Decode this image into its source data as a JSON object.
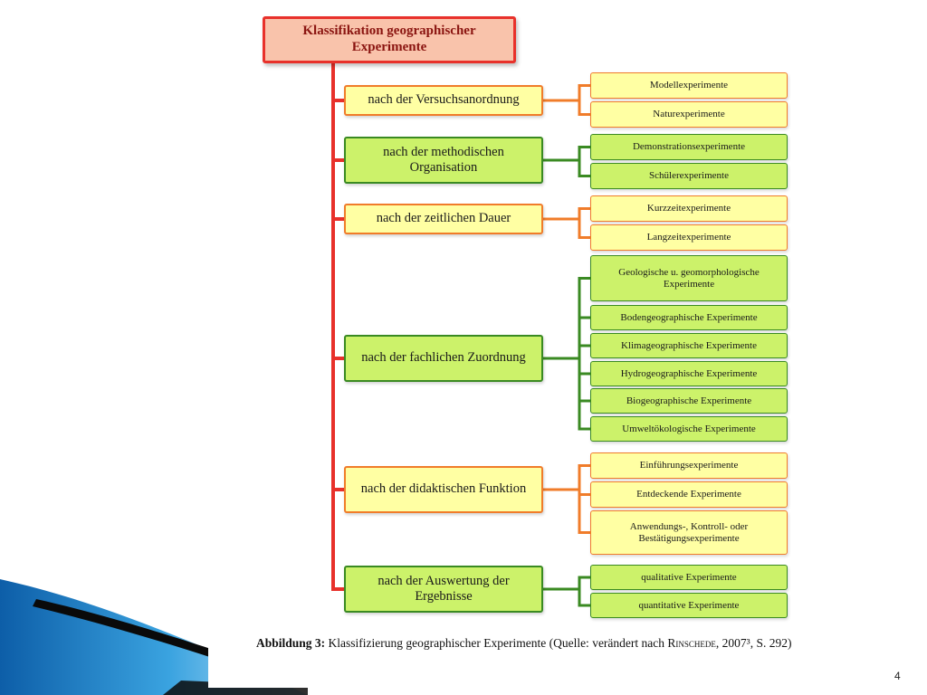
{
  "diagram": {
    "root": "Klassifikation geographischer Experimente",
    "categories": [
      {
        "label": "nach der Versuchsanordnung",
        "color": "orange",
        "leaves": [
          "Modellexperimente",
          "Naturexperimente"
        ]
      },
      {
        "label": "nach der methodischen Organisation",
        "color": "green",
        "leaves": [
          "Demonstrationsexperimente",
          "Schülerexperimente"
        ]
      },
      {
        "label": "nach der zeitlichen Dauer",
        "color": "orange",
        "leaves": [
          "Kurzzeitexperimente",
          "Langzeitexperimente"
        ]
      },
      {
        "label": "nach der fachlichen Zuordnung",
        "color": "green",
        "leaves": [
          "Geologische u. geomorphologische Experimente",
          "Bodengeographische Experimente",
          "Klimageographische Experimente",
          "Hydrogeographische Experimente",
          "Biogeographische Experimente",
          "Umweltökologische Experimente"
        ]
      },
      {
        "label": "nach der didaktischen Funktion",
        "color": "orange",
        "leaves": [
          "Einführungsexperimente",
          "Entdeckende Experimente",
          "Anwendungs-, Kontroll- oder Bestätigungsexperimente"
        ]
      },
      {
        "label": "nach der Auswertung der Ergebnisse",
        "color": "green",
        "leaves": [
          "qualitative Experimente",
          "quantitative Experimente"
        ]
      }
    ]
  },
  "caption": {
    "label": "Abbildung 3:",
    "text_before": " Klassifizierung geographischer Experimente (Quelle: verändert nach ",
    "author": "Rinschede",
    "text_after": ", 2007³, S. 292)"
  },
  "page_number": "4",
  "colors": {
    "root_fill": "#f9c3ab",
    "root_border": "#e8312b",
    "trunk": "#e8312b",
    "orange_fill": "#ffffa3",
    "orange_border": "#f07c2a",
    "green_fill": "#ccf26a",
    "green_border": "#3a8a22",
    "swoosh_blue": "#1f7fc4",
    "swoosh_dark": "#0a0a0a"
  }
}
